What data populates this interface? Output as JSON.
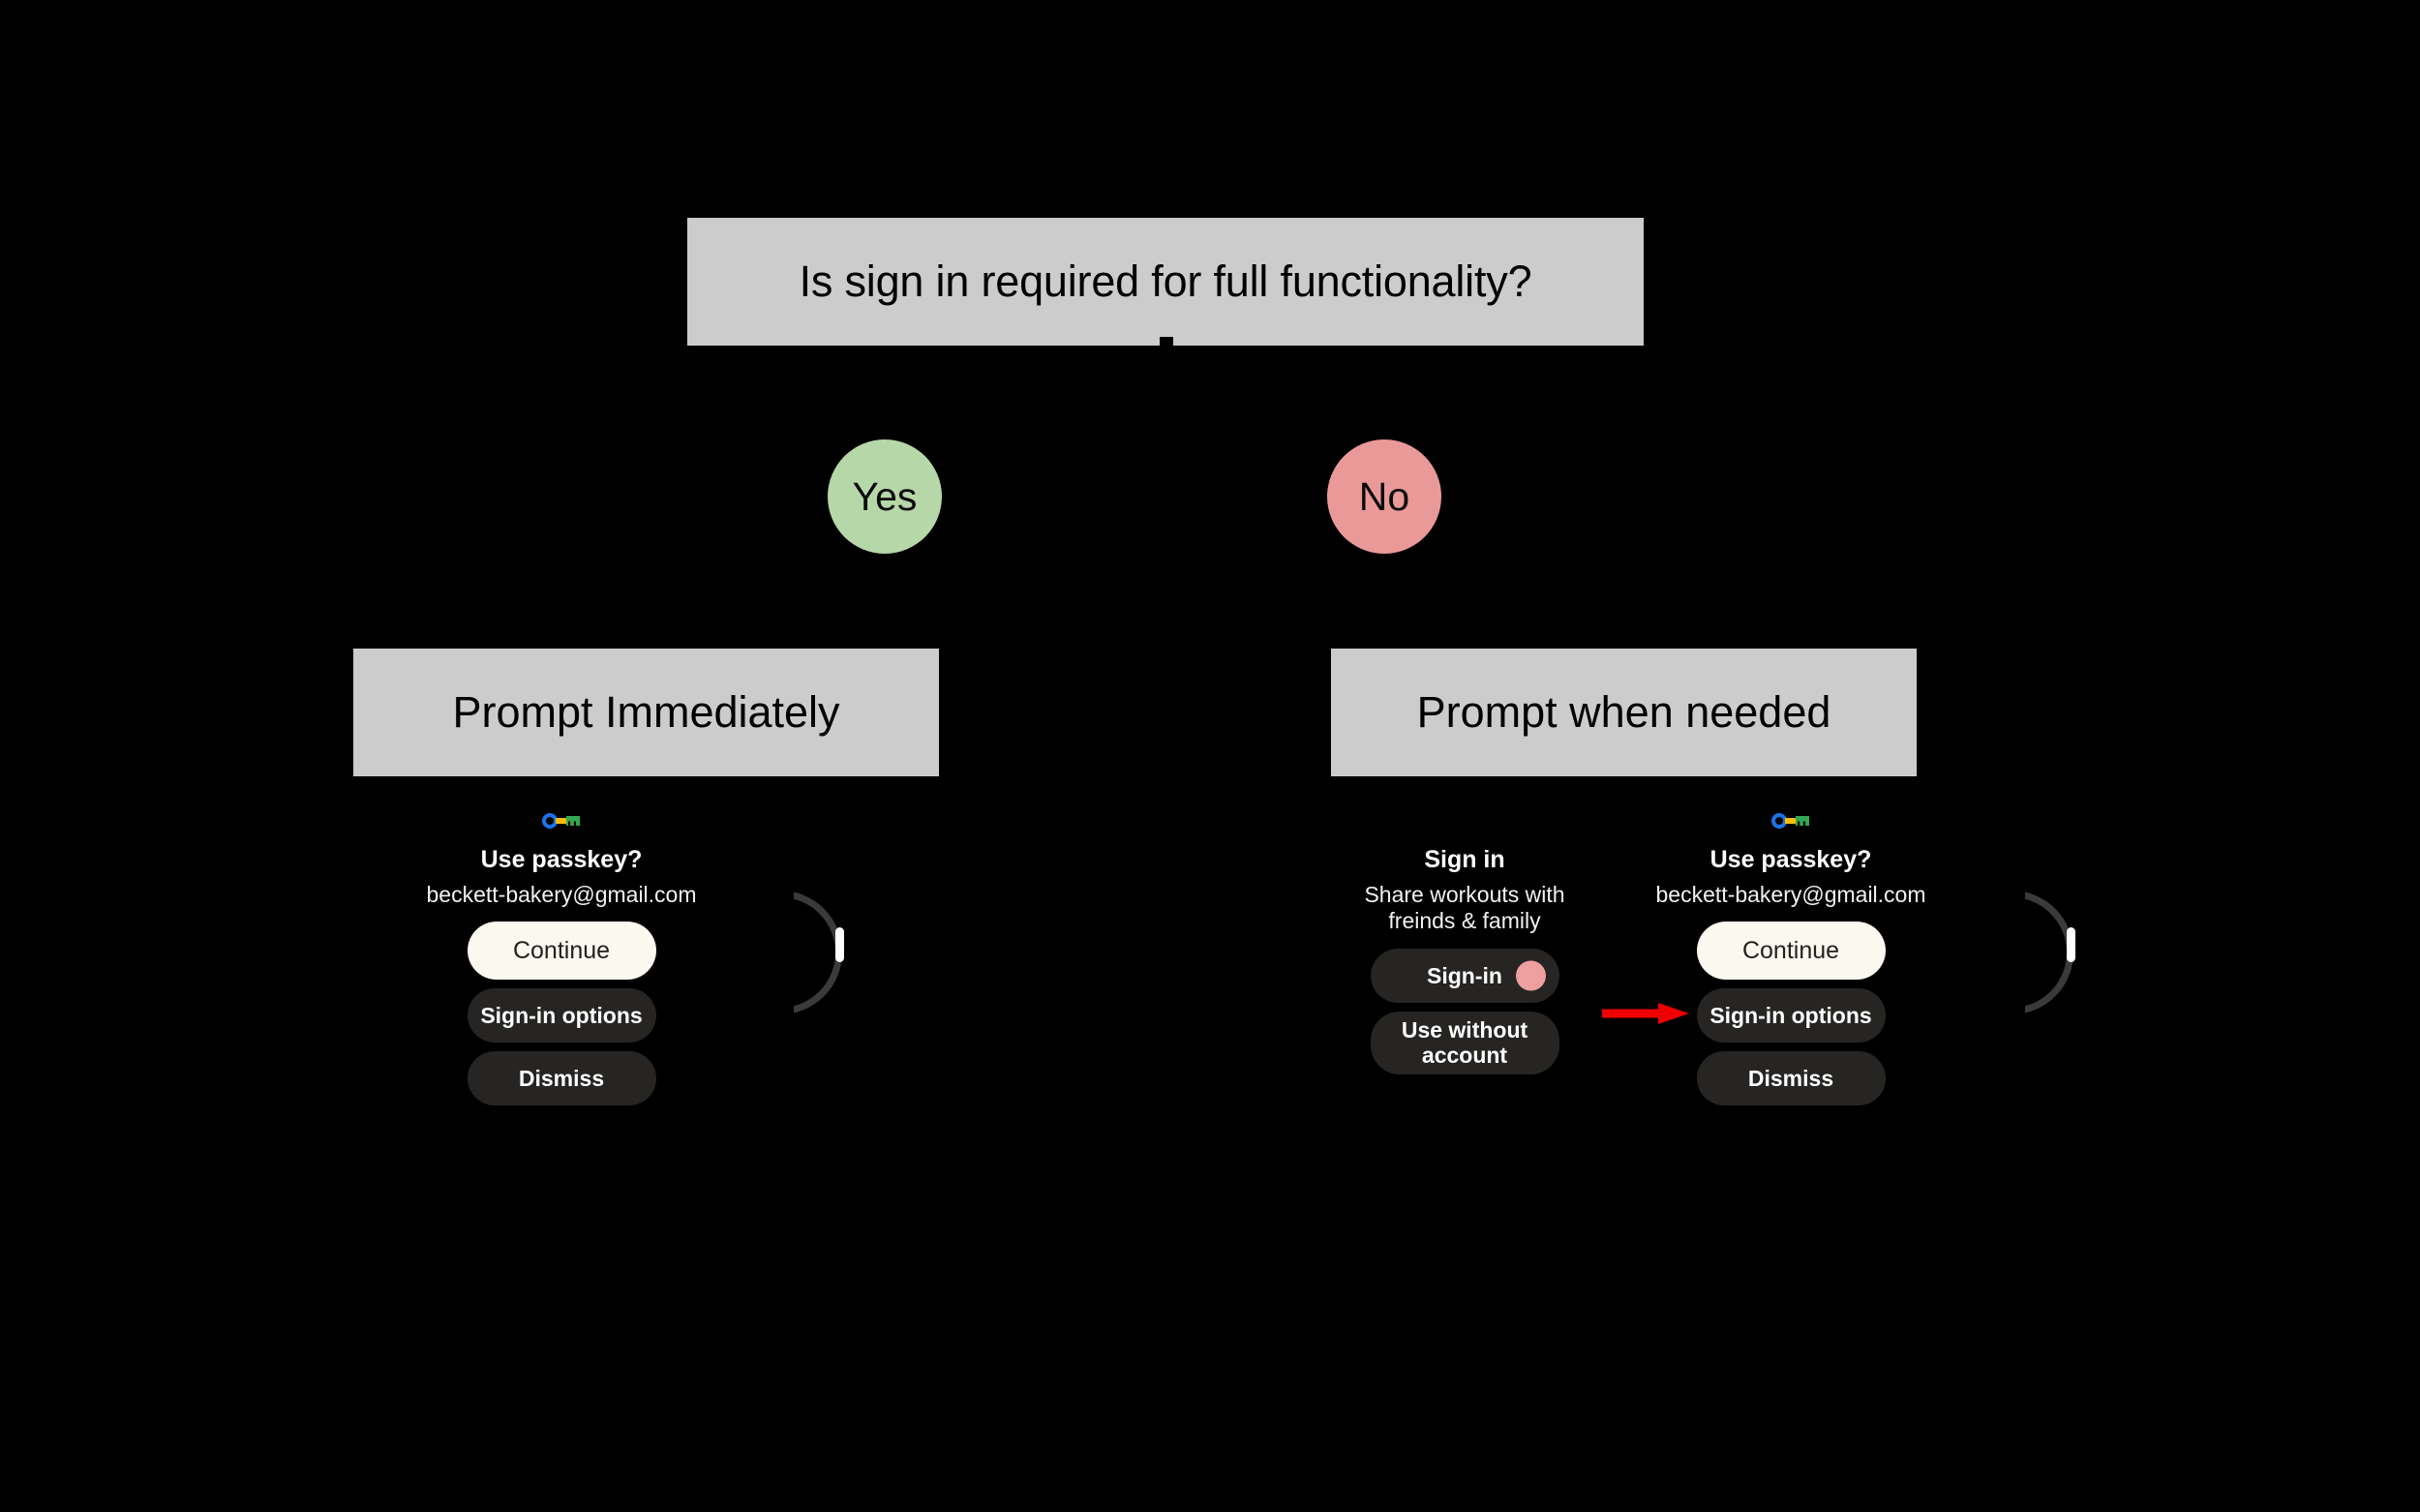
{
  "flow": {
    "decision": {
      "label": "Is sign in required for full functionality?"
    },
    "branches": [
      {
        "label": "Yes",
        "color": "#b6d7a8"
      },
      {
        "label": "No",
        "color": "#ea9999"
      }
    ],
    "outcomes": [
      {
        "label": "Prompt Immediately"
      },
      {
        "label": "Prompt when needed"
      }
    ]
  },
  "watches": {
    "left": {
      "icon": "passkey-key-icon",
      "title": "Use passkey?",
      "subtitle": "beckett-bakery@gmail.com",
      "buttons": [
        {
          "label": "Continue",
          "style": "primary"
        },
        {
          "label": "Sign-in options",
          "style": "secondary"
        },
        {
          "label": "Dismiss",
          "style": "secondary"
        }
      ]
    },
    "middle": {
      "title": "Sign in",
      "subtitle": "Share workouts with freinds & family",
      "buttons": [
        {
          "label": "Sign-in",
          "style": "secondary",
          "dot_color": "#ee9f9f"
        },
        {
          "label": "Use without account",
          "style": "secondary"
        }
      ]
    },
    "right": {
      "icon": "passkey-key-icon",
      "title": "Use passkey?",
      "subtitle": "beckett-bakery@gmail.com",
      "buttons": [
        {
          "label": "Continue",
          "style": "primary"
        },
        {
          "label": "Sign-in options",
          "style": "secondary"
        },
        {
          "label": "Dismiss",
          "style": "secondary"
        }
      ]
    }
  },
  "annotation": {
    "arrow_color": "#ee0000",
    "arrow_name": "red-flow-arrow"
  },
  "colors": {
    "background": "#000000",
    "box_fill": "#cccccc",
    "box_text": "#000000",
    "primary_button": "#fbf8ef",
    "secondary_button": "#262523",
    "watch_text": "#ffffff"
  }
}
